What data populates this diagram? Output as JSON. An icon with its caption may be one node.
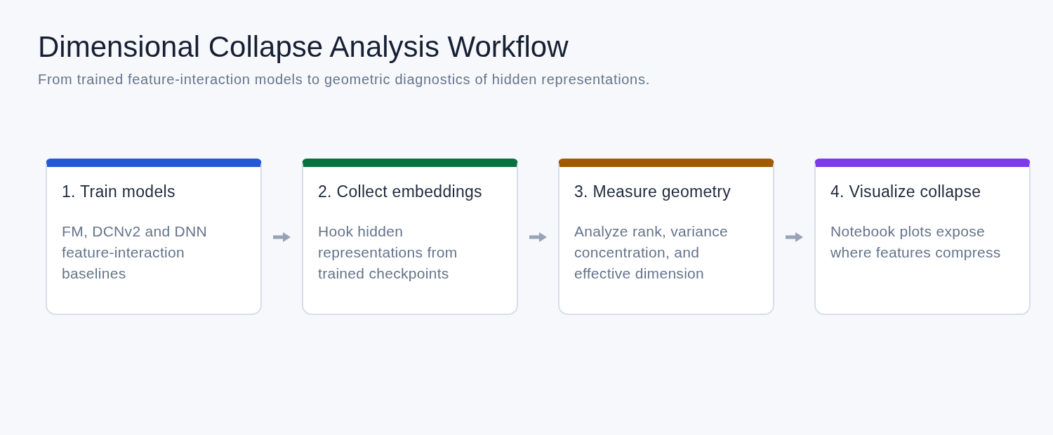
{
  "diagram": {
    "title": "Dimensional Collapse Analysis Workflow",
    "caption": "From trained feature-interaction models to geometric diagnostics of hidden representations.",
    "nodes": [
      {
        "text": [
          "1. Train models",
          "FM, DCNv2 and DNN feature-interaction baselines"
        ]
      },
      {
        "text": [
          "2. Collect embeddings",
          "Hook hidden representations from trained checkpoints"
        ]
      },
      {
        "text": [
          "3. Measure geometry",
          "Analyze rank, variance concentration, and effective dimension"
        ]
      },
      {
        "text": [
          "4. Visualize collapse",
          "Notebook plots expose where features compress"
        ]
      }
    ],
    "edges": [
      {
        "from": 0,
        "to": 1,
        "arrow": "to"
      },
      {
        "from": 1,
        "to": 2,
        "arrow": "to"
      },
      {
        "from": 2,
        "to": 3,
        "arrow": "to"
      }
    ]
  }
}
